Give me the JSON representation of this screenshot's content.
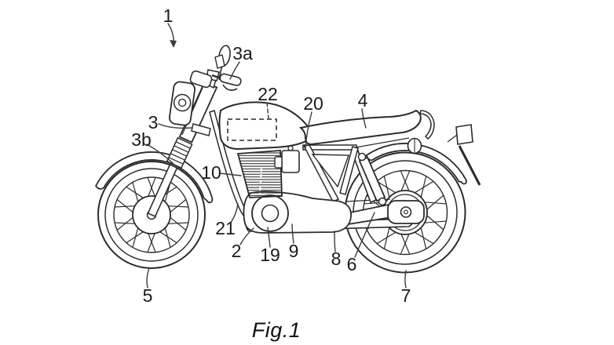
{
  "figure": {
    "caption": "Fig.1",
    "description": "Patent line drawing of a motorcycle, side view",
    "reference_labels": [
      {
        "ref": "1"
      },
      {
        "ref": "3a"
      },
      {
        "ref": "22"
      },
      {
        "ref": "20"
      },
      {
        "ref": "4"
      },
      {
        "ref": "3"
      },
      {
        "ref": "3b"
      },
      {
        "ref": "10"
      },
      {
        "ref": "21"
      },
      {
        "ref": "2"
      },
      {
        "ref": "19"
      },
      {
        "ref": "9"
      },
      {
        "ref": "8"
      },
      {
        "ref": "6"
      },
      {
        "ref": "5"
      },
      {
        "ref": "7"
      }
    ]
  },
  "colors": {
    "line": "#2b2b2b",
    "background": "#ffffff",
    "label_text": "#1a1a1a"
  }
}
